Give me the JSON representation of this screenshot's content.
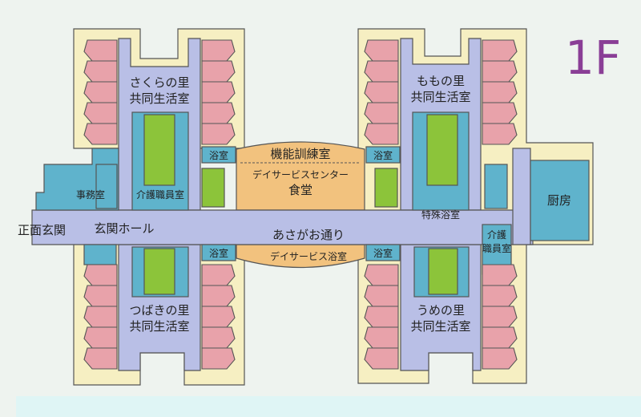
{
  "floor_label": "1F",
  "colors": {
    "resident_room": "#e8a2aa",
    "corridor": "#b9bfe6",
    "service": "#5fb3cc",
    "courtyard": "#8cc43a",
    "day_service": "#f2c27e",
    "outer": "#f6efc2",
    "floor_label": "#8a3e96"
  },
  "rooms": {
    "sakura": [
      "さくらの里",
      "共同生活室"
    ],
    "momo": [
      "ももの里",
      "共同生活室"
    ],
    "tsubaki": [
      "つばきの里",
      "共同生活室"
    ],
    "ume": [
      "うめの里",
      "共同生活室"
    ],
    "bath": "浴室",
    "office": "事務室",
    "care_staff": "介護職員室",
    "care_staff_right": [
      "介護",
      "職員室"
    ],
    "entrance": "正面玄関",
    "entrance_hall": "玄関ホール",
    "rehab": "機能訓練室",
    "day_center": [
      "デイサービスセンター",
      "食堂"
    ],
    "corridor": "あさがお通り",
    "day_bath": "デイサービス浴室",
    "special_bath": "特殊浴室",
    "kitchen": "厨房"
  }
}
